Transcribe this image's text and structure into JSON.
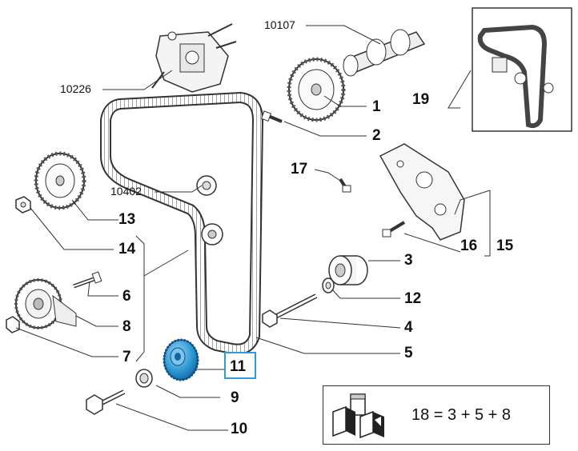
{
  "diagram": {
    "highlight_color": "#2f9bd6",
    "callouts": {
      "c10107": "10107",
      "c10226": "10226",
      "c10402": "10402",
      "c1": "1",
      "c2": "2",
      "c3": "3",
      "c4": "4",
      "c5": "5",
      "c6": "6",
      "c7": "7",
      "c8": "8",
      "c9": "9",
      "c10": "10",
      "c11": "11",
      "c12": "12",
      "c13": "13",
      "c14": "14",
      "c15": "15",
      "c16": "16",
      "c17": "17",
      "c19": "19"
    },
    "highlighted_part": "11",
    "kit_formula": "18 = 3 + 5 + 8",
    "kit_icon": "parts-kit-boxes-icon"
  }
}
